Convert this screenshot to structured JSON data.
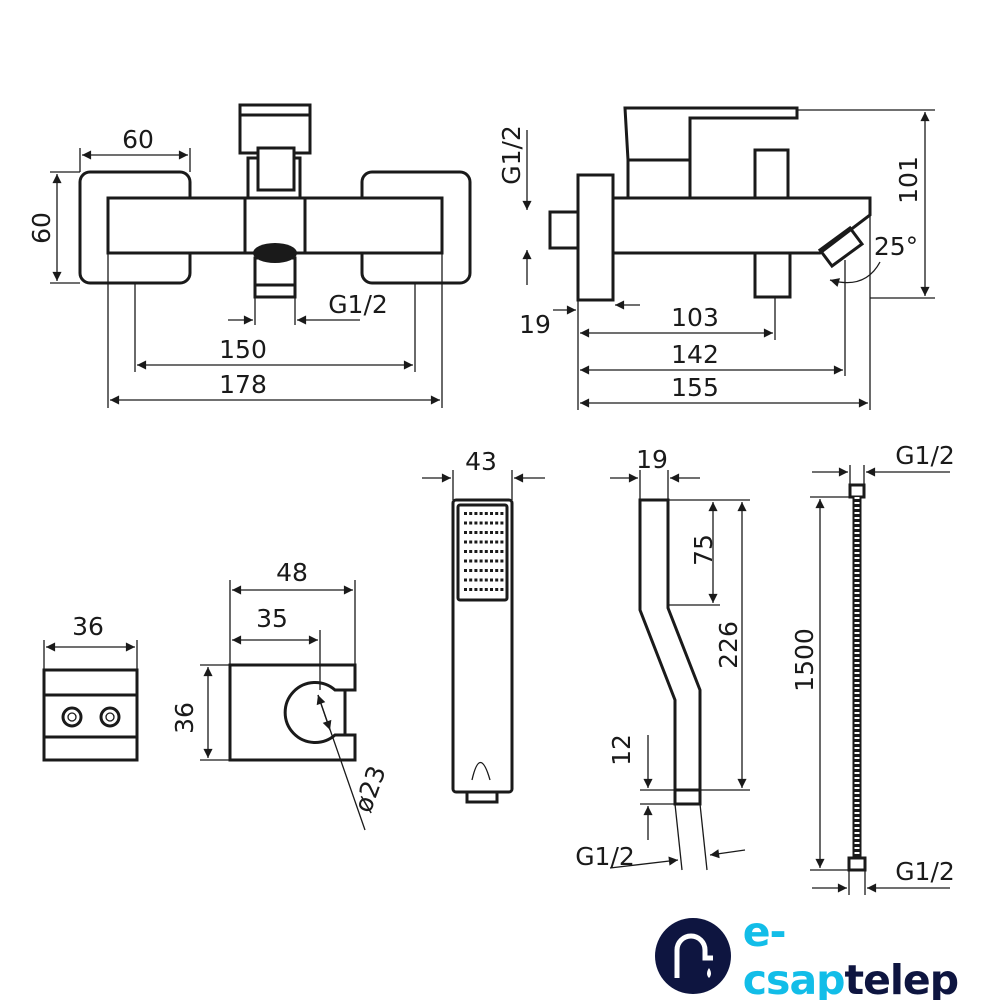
{
  "front_view": {
    "width_plate": "60",
    "height_plate": "60",
    "connection": "G1/2",
    "center_distance": "150",
    "total_width": "178"
  },
  "side_view": {
    "inlet": "G1/2",
    "plate_depth": "19",
    "outlet_offset": "103",
    "spout_start": "142",
    "total_depth": "155",
    "height": "101",
    "spout_angle": "25°"
  },
  "wall_bracket": {
    "width": "36"
  },
  "shower_holder": {
    "width": "48",
    "inner_width": "35",
    "height": "36",
    "diameter": "ø23"
  },
  "hand_shower": {
    "width": "43",
    "depth": "19",
    "head_length": "75",
    "total_length": "226",
    "thread_length": "12",
    "connection": "G1/2"
  },
  "hose": {
    "top_connection": "G1/2",
    "length": "1500",
    "bottom_connection": "G1/2"
  },
  "logo": {
    "part1": "e-csap",
    "part2": "telep"
  }
}
